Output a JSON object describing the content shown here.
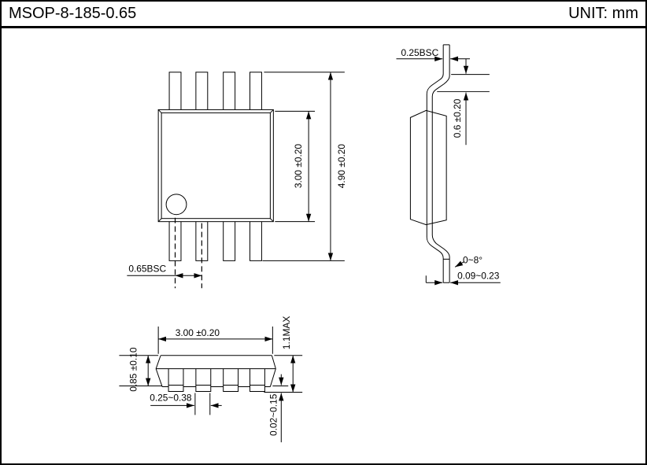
{
  "header": {
    "title": "MSOP-8-185-0.65",
    "unit": "UNIT: mm"
  },
  "drawing": {
    "top": {
      "body_width": "3.00 ±0.20",
      "overall_length": "4.90 ±0.20",
      "pin_pitch": "0.65BSC"
    },
    "side": {
      "lead_width": "0.25BSC",
      "foot_length": "0.6 ±0.20",
      "lead_angle": "0~8°",
      "lead_thickness": "0.09~0.23"
    },
    "front": {
      "body_width": "3.00 ±0.20",
      "overall_height": "1.1MAX",
      "body_height": "0.85 ±0.10",
      "lead_foot_width": "0.25~0.38",
      "standoff": "0.02~0.15"
    }
  },
  "colors": {
    "line": "#000000",
    "background": "#ffffff"
  }
}
